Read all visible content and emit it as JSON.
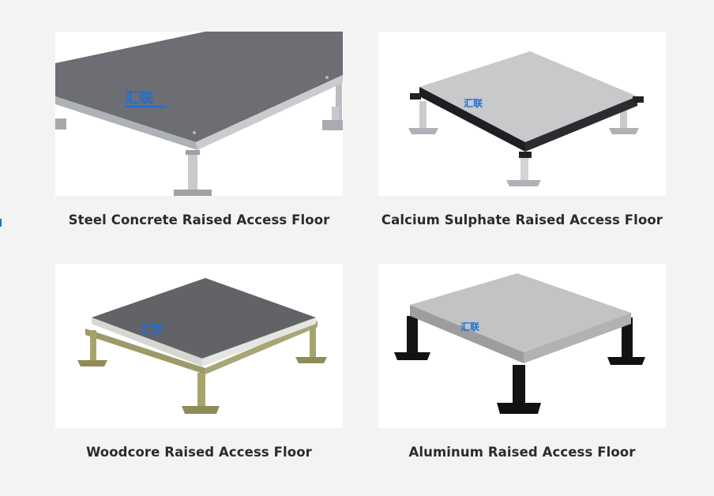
{
  "products": [
    {
      "name": "Steel Concrete Raised Access Floor",
      "image_icon": "steel-concrete-floor-panel-image",
      "logo_text": "汇联"
    },
    {
      "name": "Calcium Sulphate Raised Access Floor",
      "image_icon": "calcium-sulphate-floor-panel-image",
      "logo_text": "汇联"
    },
    {
      "name": "Woodcore Raised Access Floor",
      "image_icon": "woodcore-floor-panel-image",
      "logo_text": "汇联"
    },
    {
      "name": "Aluminum Raised Access Floor",
      "image_icon": "aluminum-floor-panel-image",
      "logo_text": "汇联"
    }
  ],
  "colors": {
    "background": "#f3f3f3",
    "caption": "#2b2b2b",
    "logo_blue": "#1f6fd1"
  }
}
